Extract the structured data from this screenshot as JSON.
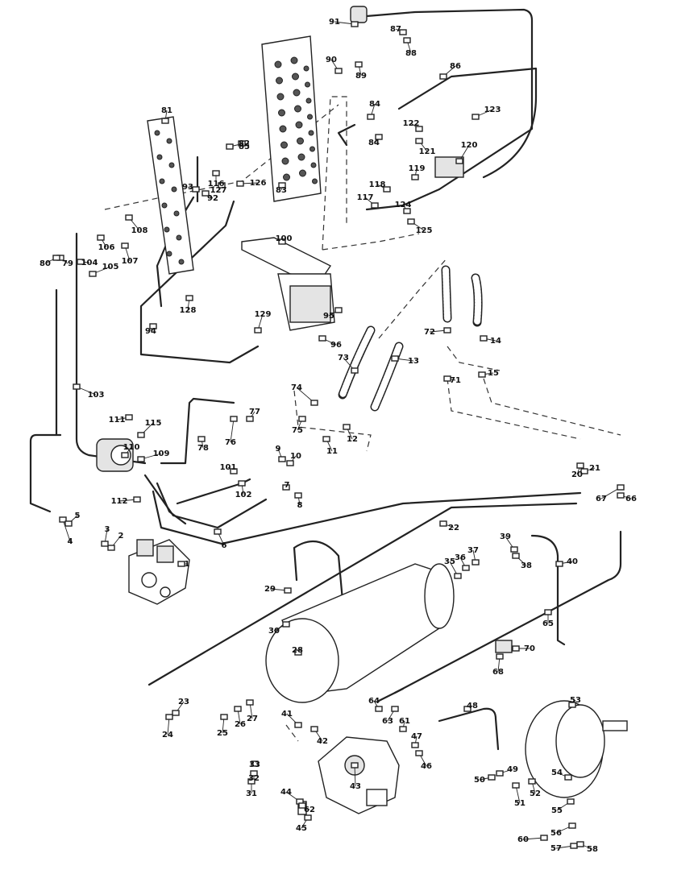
{
  "callouts": [
    "1",
    "2",
    "3",
    "4",
    "5",
    "6",
    "7",
    "8",
    "9",
    "10",
    "11",
    "12",
    "13",
    "14",
    "15",
    "20",
    "21",
    "22",
    "23",
    "24",
    "25",
    "26",
    "27",
    "28",
    "29",
    "30",
    "31",
    "32",
    "33",
    "35",
    "36",
    "37",
    "38",
    "39",
    "40",
    "41",
    "42",
    "43",
    "44",
    "45",
    "46",
    "47",
    "48",
    "49",
    "50",
    "51",
    "52",
    "53",
    "54",
    "55",
    "56",
    "57",
    "58",
    "60",
    "61",
    "62",
    "63",
    "64",
    "65",
    "66",
    "67",
    "68",
    "70",
    "71",
    "72",
    "73",
    "74",
    "75",
    "76",
    "77",
    "78",
    "79",
    "80",
    "81",
    "82",
    "83",
    "84",
    "84",
    "85",
    "86",
    "87",
    "88",
    "89",
    "90",
    "91",
    "92",
    "93",
    "94",
    "95",
    "96",
    "100",
    "101",
    "102",
    "103",
    "104",
    "105",
    "106",
    "107",
    "108",
    "109",
    "110",
    "111",
    "112",
    "115",
    "116",
    "117",
    "118",
    "119",
    "120",
    "121",
    "122",
    "123",
    "124",
    "125",
    "126",
    "127",
    "128",
    "129"
  ]
}
